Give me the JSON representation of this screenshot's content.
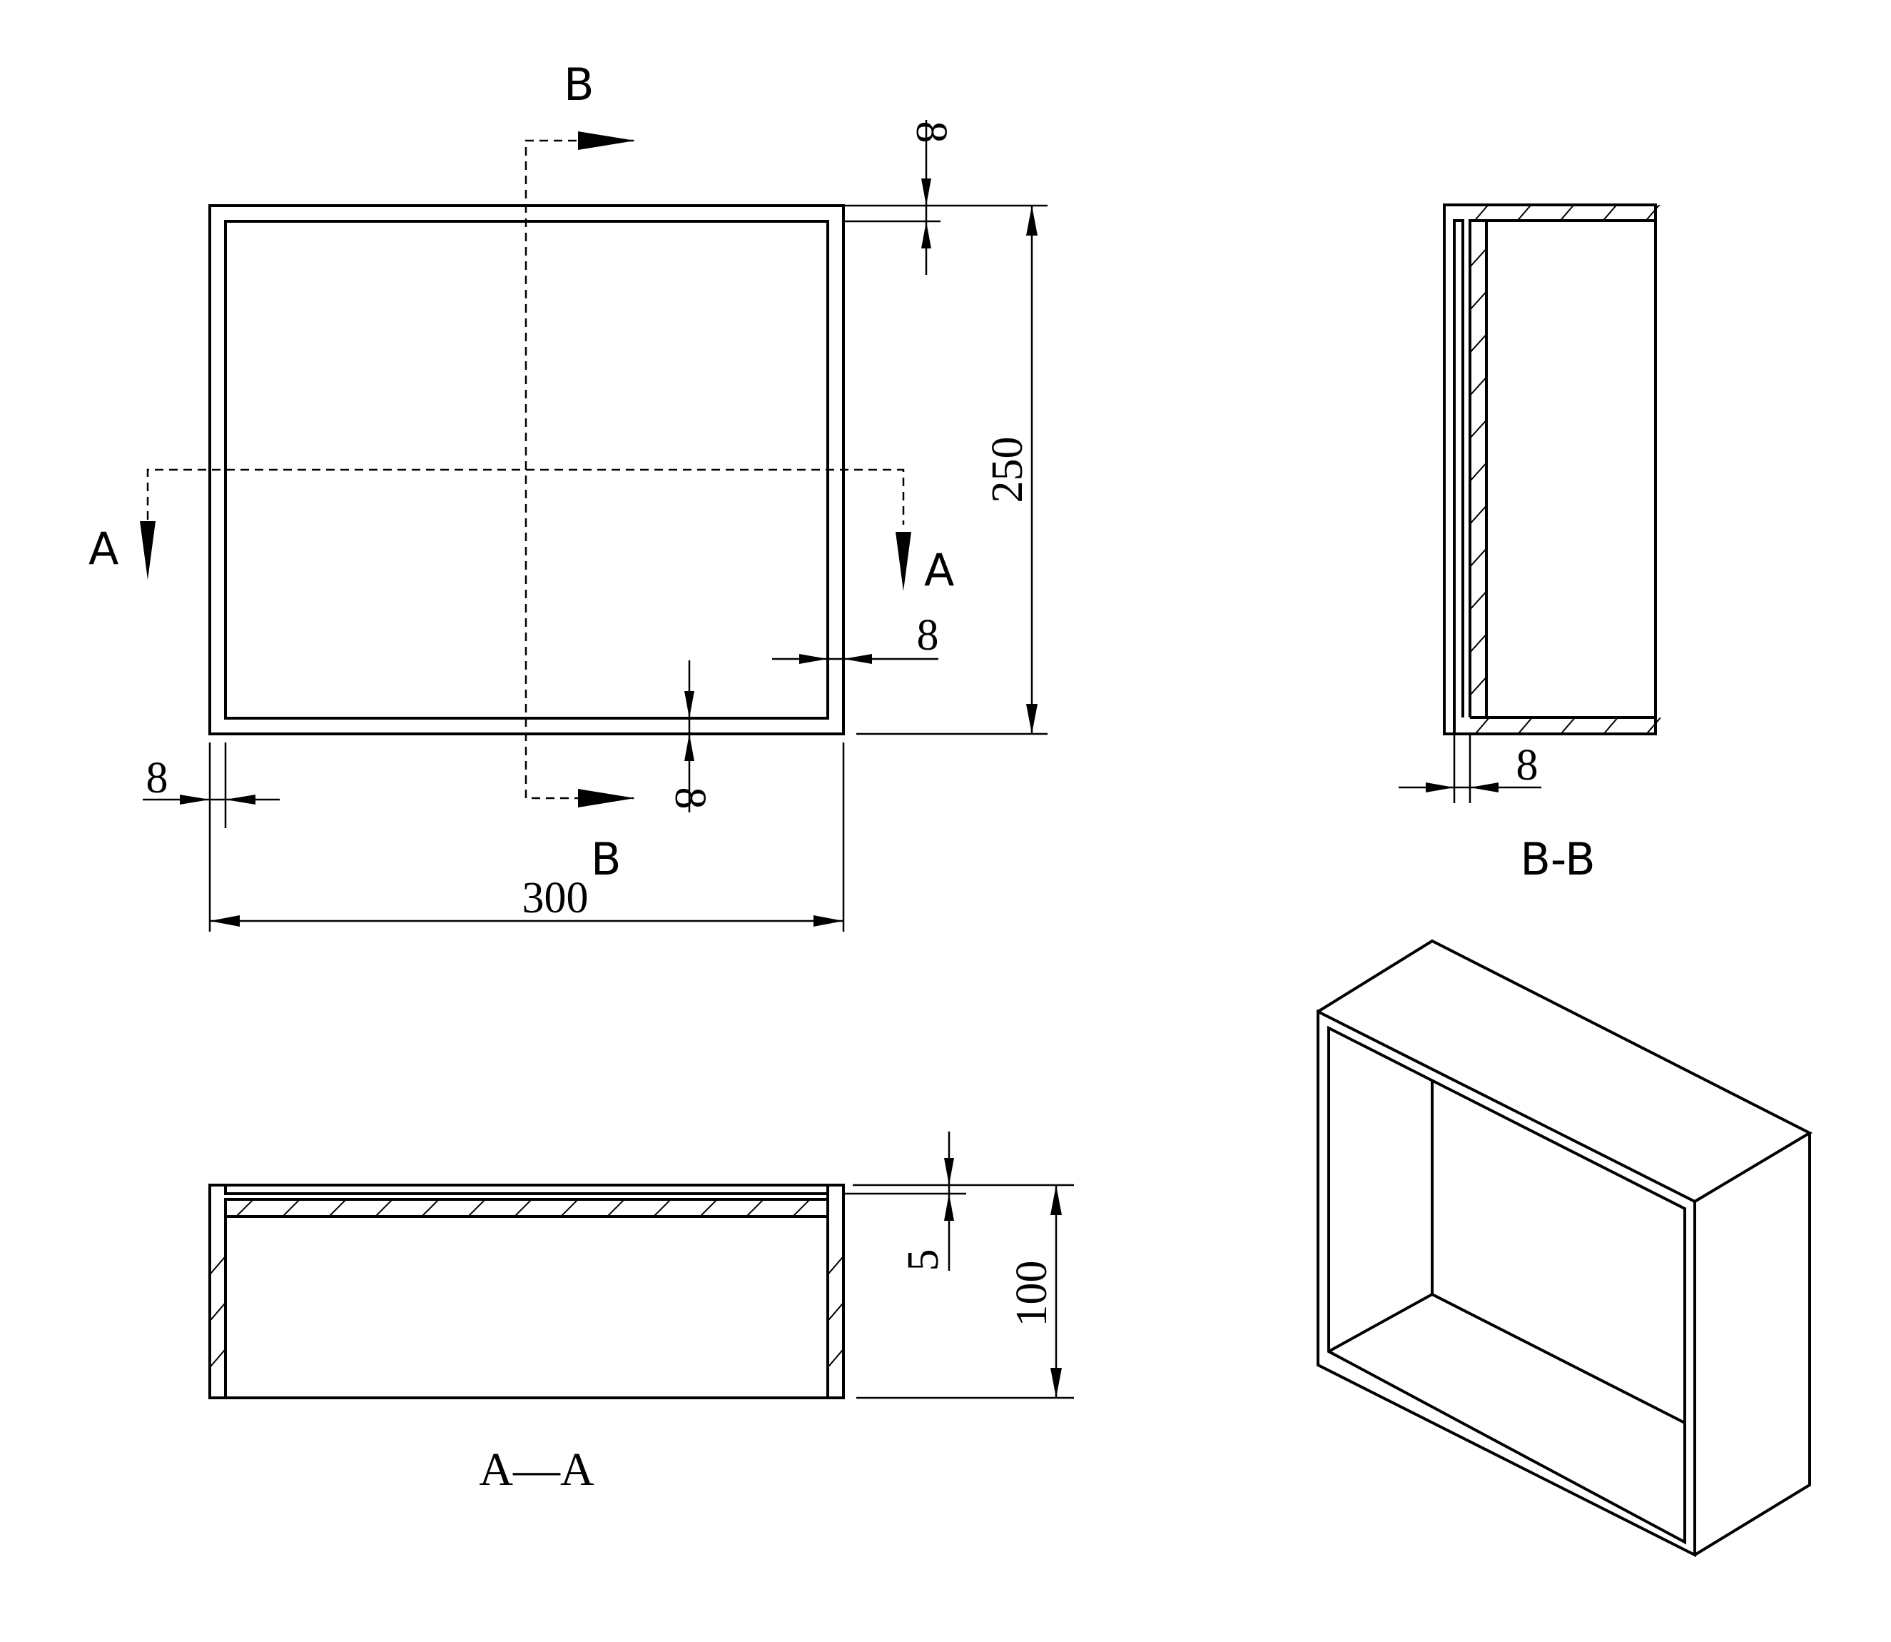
{
  "plan_view": {
    "section_b_top": "B",
    "section_b_bottom": "B",
    "section_a_left": "A",
    "section_a_right": "A",
    "dim_top_wall": "8",
    "dim_height": "250",
    "dim_right_wall": "8",
    "dim_bottom_wall": "8",
    "dim_left_wall": "8",
    "dim_width": "300"
  },
  "section_bb": {
    "caption": "B-B",
    "dim_wall": "8"
  },
  "section_aa": {
    "caption": "A—A",
    "dim_bottom": "5",
    "dim_depth": "100"
  }
}
